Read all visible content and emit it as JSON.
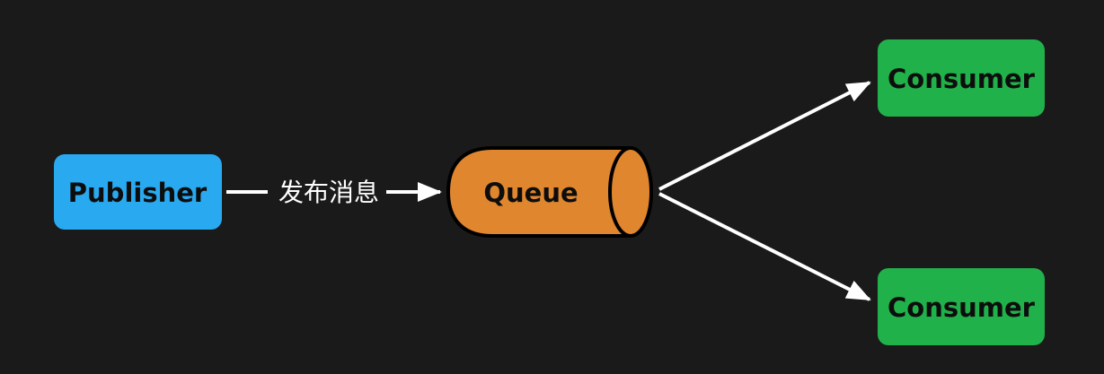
{
  "diagram": {
    "background": "#1a1a1a",
    "nodes": {
      "publisher": {
        "label": "Publisher",
        "fill": "#29a9f0",
        "text_color": "#0d0d0d",
        "shape": "rounded-rect"
      },
      "queue": {
        "label": "Queue",
        "fill": "#e0862e",
        "stroke": "#000000",
        "text_color": "#0d0d0d",
        "shape": "cylinder"
      },
      "consumer_top": {
        "label": "Consumer",
        "fill": "#21b14a",
        "text_color": "#0d0d0d",
        "shape": "rounded-rect"
      },
      "consumer_bottom": {
        "label": "Consumer",
        "fill": "#21b14a",
        "text_color": "#0d0d0d",
        "shape": "rounded-rect"
      }
    },
    "edges": {
      "publish": {
        "label": "发布消息",
        "from": "publisher",
        "to": "queue",
        "color": "#ffffff"
      },
      "fanout_top": {
        "from": "queue",
        "to": "consumer_top",
        "color": "#ffffff"
      },
      "fanout_bottom": {
        "from": "queue",
        "to": "consumer_bottom",
        "color": "#ffffff"
      }
    }
  }
}
